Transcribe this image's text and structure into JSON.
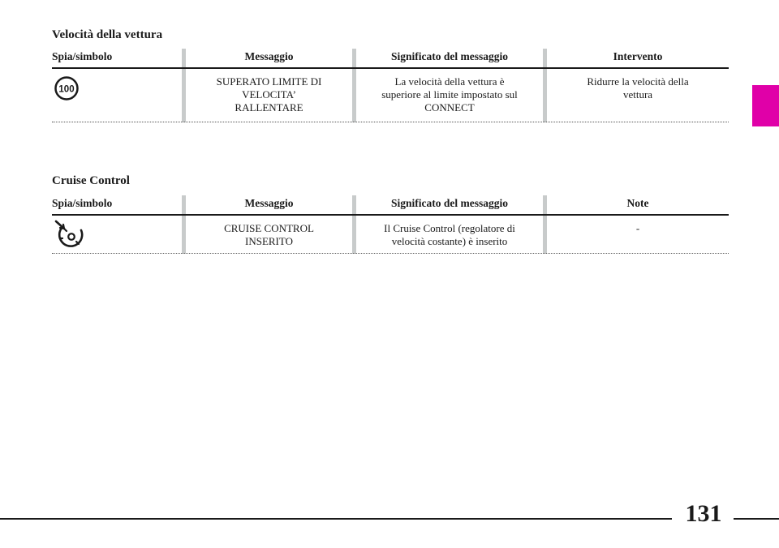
{
  "sections": [
    {
      "title": "Velocità della vettura",
      "headers": [
        "Spia/simbolo",
        "Messaggio",
        "Significato del messaggio",
        "Intervento"
      ],
      "row": {
        "icon": "speed-limit-100-icon",
        "icon_text": "100",
        "message": [
          "SUPERATO LIMITE DI",
          "VELOCITA’",
          "RALLENTARE"
        ],
        "meaning": [
          "La velocità della vettura è",
          "superiore al limite impostato sul",
          "CONNECT"
        ],
        "action": [
          "Ridurre la velocità della",
          "vettura"
        ]
      }
    },
    {
      "title": "Cruise Control",
      "headers": [
        "Spia/simbolo",
        "Messaggio",
        "Significato del messaggio",
        "Note"
      ],
      "row": {
        "icon": "cruise-control-icon",
        "message": [
          "CRUISE CONTROL",
          "INSERITO"
        ],
        "meaning": [
          "Il Cruise Control (regolatore di",
          "velocità costante) è inserito"
        ],
        "action": [
          "-"
        ]
      }
    }
  ],
  "page_number": "131",
  "colors": {
    "tab": "#e000a8",
    "separator": "#c8cbcb",
    "text": "#1a1a1a"
  }
}
